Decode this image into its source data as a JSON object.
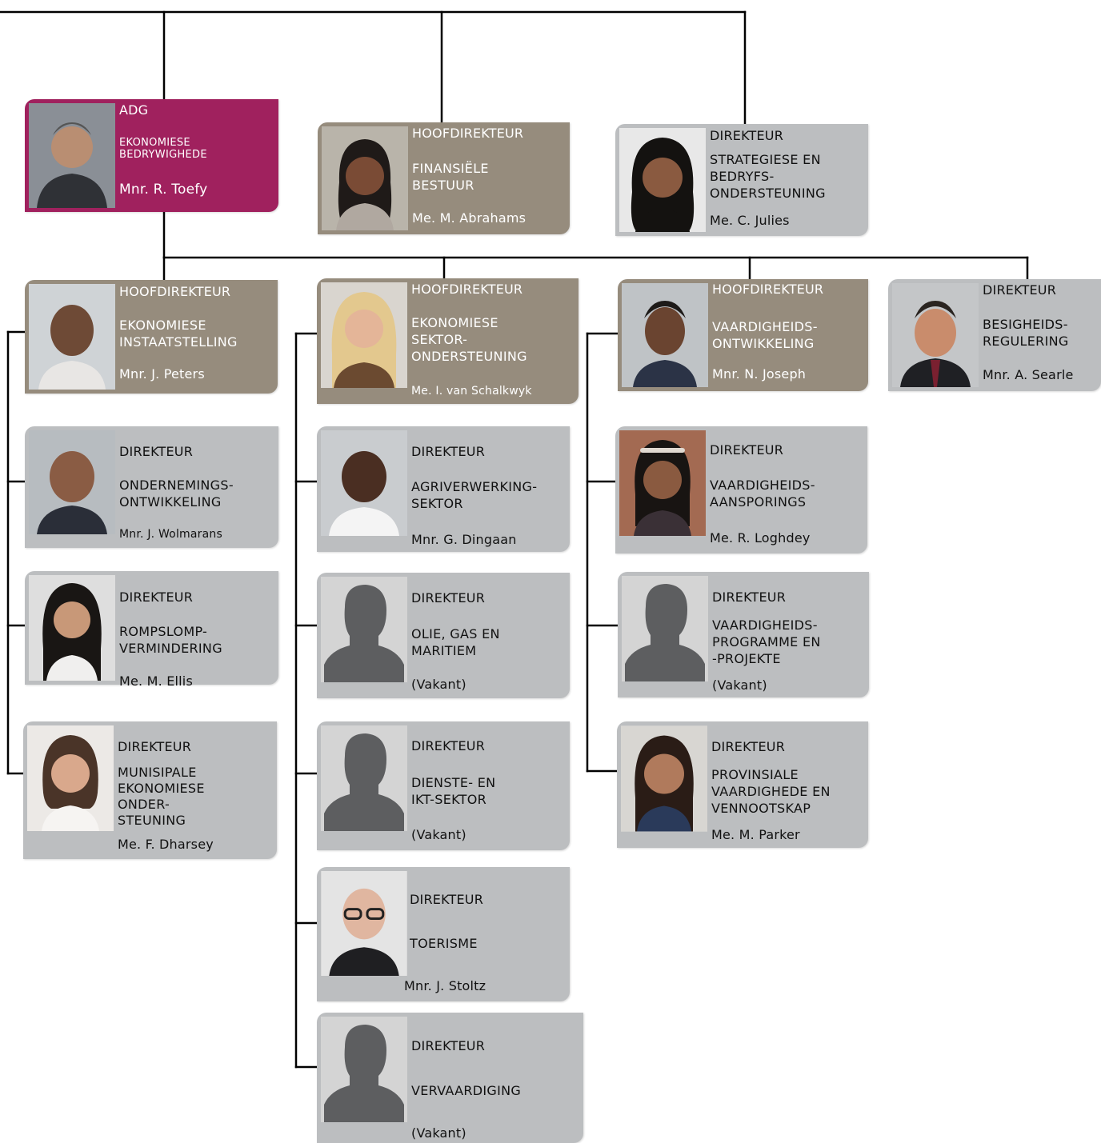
{
  "colors": {
    "adg": "#a0215e",
    "chief_director": "#968c7d",
    "director": "#bcbec0",
    "connector": "#000000"
  },
  "cards": {
    "adg": {
      "role": "ADG",
      "unit": "EKONOMIESE\nBEDRYWIGHEDE",
      "name": "Mnr. R. Toefy"
    },
    "financial": {
      "role": "HOOFDIREKTEUR",
      "unit": "FINANSIËLE\nBESTUUR",
      "name": "Me. M. Abrahams"
    },
    "strategic": {
      "role": "DIREKTEUR",
      "unit": "STRATEGIESE EN\nBEDRYFS-\nONDERSTEUNING",
      "name": "Me. C. Julies"
    },
    "econ_enablement": {
      "role": "HOOFDIREKTEUR",
      "unit": "EKONOMIESE\nINSTAATSTELLING",
      "name": "Mnr. J. Peters"
    },
    "enterprise_dev": {
      "role": "DIREKTEUR",
      "unit": "ONDERNEMINGS-\nONTWIKKELING",
      "name": "Mnr. J. Wolmarans"
    },
    "red_tape": {
      "role": "DIREKTEUR",
      "unit": "ROMPSLOMP-\nVERMINDERING",
      "name": "Me. M. Ellis"
    },
    "municipal": {
      "role": "DIREKTEUR",
      "unit": "MUNISIPALE\nEKONOMIESE\nONDER-\nSTEUNING",
      "name": "Me. F. Dharsey"
    },
    "sector_support": {
      "role": "HOOFDIREKTEUR",
      "unit": "EKONOMIESE\nSEKTOR-\nONDERSTEUNING",
      "name": "Me. I. van Schalkwyk"
    },
    "agri": {
      "role": "DIREKTEUR",
      "unit": "AGRIVERWERKING-\nSEKTOR",
      "name": "Mnr. G. Dingaan"
    },
    "oil_gas": {
      "role": "DIREKTEUR",
      "unit": "OLIE, GAS EN\nMARITIEM",
      "name": "(Vakant)"
    },
    "services_ict": {
      "role": "DIREKTEUR",
      "unit": "DIENSTE- EN\nIKT-SEKTOR",
      "name": "(Vakant)"
    },
    "tourism": {
      "role": "DIREKTEUR",
      "unit": "TOERISME",
      "name": "Mnr. J. Stoltz"
    },
    "manufacturing": {
      "role": "DIREKTEUR",
      "unit": "VERVAARDIGING",
      "name": "(Vakant)"
    },
    "skills_dev": {
      "role": "HOOFDIREKTEUR",
      "unit": "VAARDIGHEIDS-\nONTWIKKELING",
      "name": "Mnr. N. Joseph"
    },
    "skills_incentives": {
      "role": "DIREKTEUR",
      "unit": "VAARDIGHEIDS-\nAANSPORINGS",
      "name": "Me. R. Loghdey"
    },
    "skills_programmes": {
      "role": "DIREKTEUR",
      "unit": "VAARDIGHEIDS-\nPROGRAMME EN\n-PROJEKTE",
      "name": "(Vakant)"
    },
    "provincial_skills": {
      "role": "DIREKTEUR",
      "unit": "PROVINSIALE\nVAARDIGHEDE EN\nVENNOOTSKAP",
      "name": "Me. M. Parker"
    },
    "business_reg": {
      "role": "DIREKTEUR",
      "unit": "BESIGHEIDS-\nREGULERING",
      "name": "Mnr. A. Searle"
    }
  }
}
